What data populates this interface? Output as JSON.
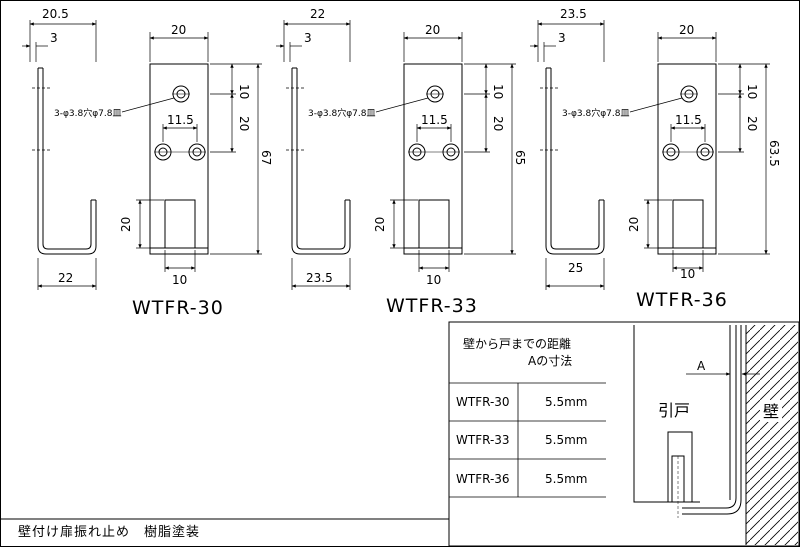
{
  "footer": {
    "caption": "壁付け扉振れ止め　樹脂塗装"
  },
  "hooks": [
    {
      "model": "WTFR-30",
      "top_overall": "20.5",
      "top_inner": "3",
      "base_width": "22",
      "plate_width": "20",
      "plate_top": "10",
      "plate_mid": "20",
      "plate_height": "67",
      "hole_pitch": "11.5",
      "slot_height": "20",
      "slot_width": "10",
      "hole_note": "3-φ3.8穴φ7.8皿"
    },
    {
      "model": "WTFR-33",
      "top_overall": "22",
      "top_inner": "3",
      "base_width": "23.5",
      "plate_width": "20",
      "plate_top": "10",
      "plate_mid": "20",
      "plate_height": "65",
      "hole_pitch": "11.5",
      "slot_height": "20",
      "slot_width": "10",
      "hole_note": "3-φ3.8穴φ7.8皿"
    },
    {
      "model": "WTFR-36",
      "top_overall": "23.5",
      "top_inner": "3",
      "base_width": "25",
      "plate_width": "20",
      "plate_top": "10",
      "plate_mid": "20",
      "plate_height": "63.5",
      "hole_pitch": "11.5",
      "slot_height": "20",
      "slot_width": "10",
      "hole_note": "3-φ3.8穴φ7.8皿"
    }
  ],
  "table": {
    "header_line1": "壁から戸までの距離",
    "header_line2": "Aの寸法",
    "rows": [
      {
        "model": "WTFR-30",
        "value": "5.5mm"
      },
      {
        "model": "WTFR-33",
        "value": "5.5mm"
      },
      {
        "model": "WTFR-36",
        "value": "5.5mm"
      }
    ]
  },
  "install": {
    "door_label": "引戸",
    "wall_label": "壁",
    "gap_label": "A"
  }
}
